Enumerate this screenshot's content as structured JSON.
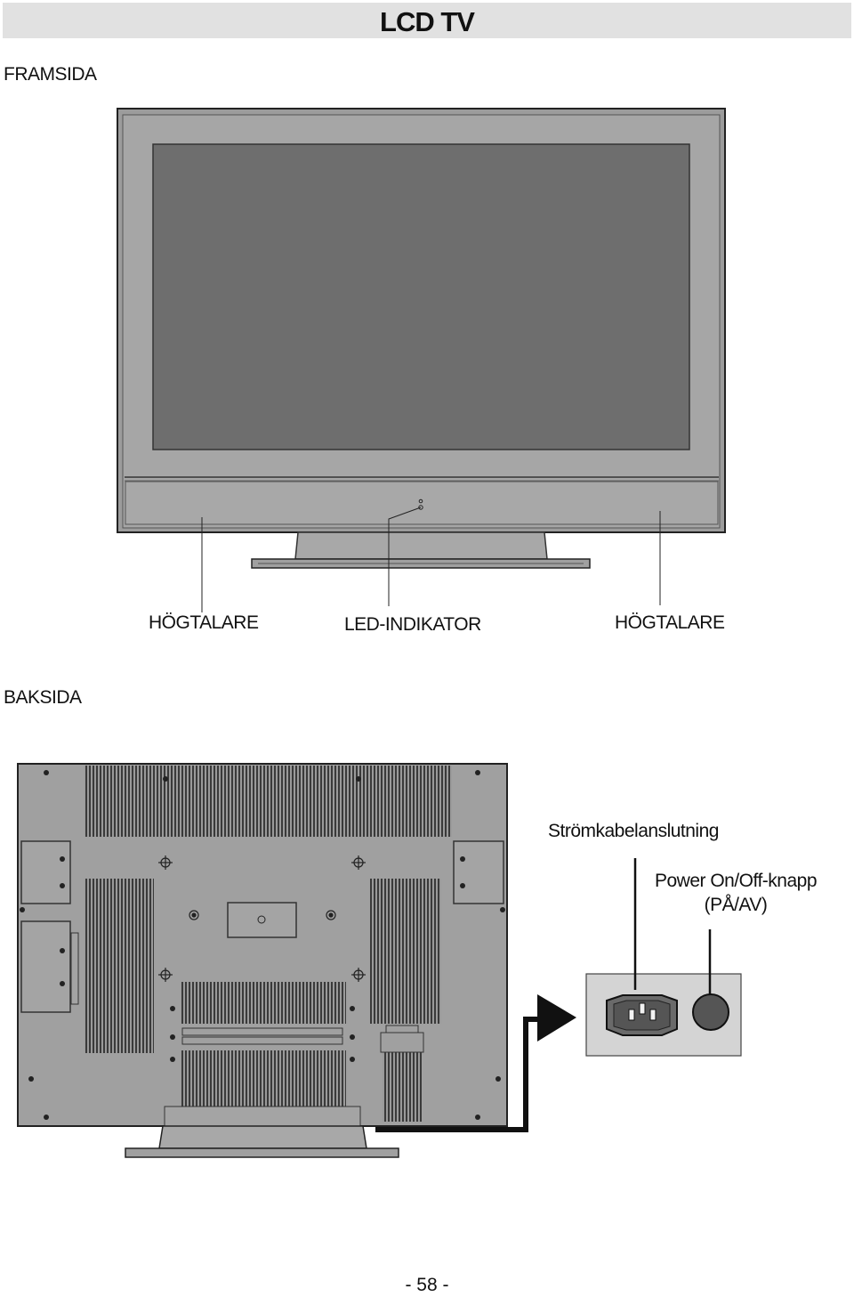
{
  "page": {
    "title": "LCD TV",
    "page_number": "- 58 -"
  },
  "front": {
    "heading": "FRAMSIDA",
    "labels": {
      "speaker_left": "HÖGTALARE",
      "led_indicator": "LED-INDIKATOR",
      "speaker_right": "HÖGTALARE"
    }
  },
  "back": {
    "heading": "BAKSIDA",
    "labels": {
      "power_cable": "Strömkabelanslutning",
      "power_button_line1": "Power On/Off-knapp",
      "power_button_line2": "(PÅ/AV)"
    }
  },
  "colors": {
    "title_bar": "#e1e1e1",
    "screen": "#6e6e6e",
    "bezel": "#a6a6a6",
    "tv_back": "#a0a0a0",
    "vent": "#404040"
  }
}
